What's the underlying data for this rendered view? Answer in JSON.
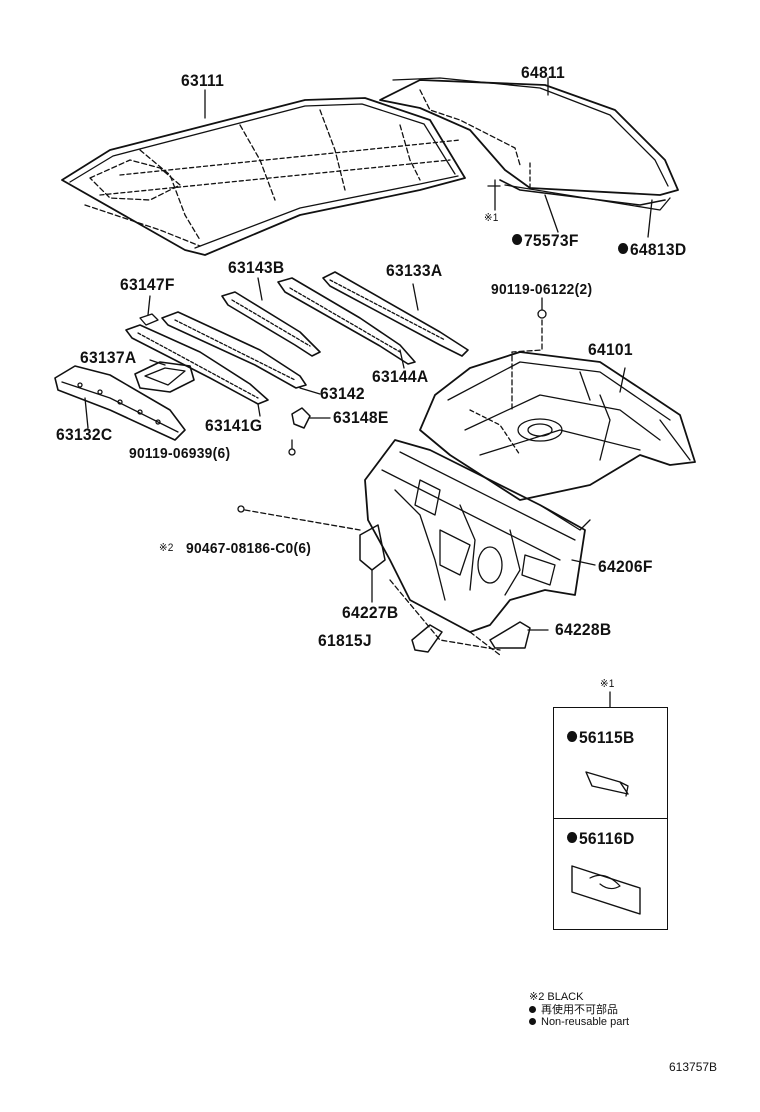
{
  "parts": {
    "p63111": "63111",
    "p64811": "64811",
    "p75573F": "75573F",
    "p64813D": "64813D",
    "note1_mark": "※1",
    "p63143B": "63143B",
    "p63133A": "63133A",
    "p63147F": "63147F",
    "p90119_06122": "90119-06122(2)",
    "p64101": "64101",
    "p63137A": "63137A",
    "p63144A": "63144A",
    "p63142": "63142",
    "p63132C": "63132C",
    "p63141G": "63141G",
    "p63148E": "63148E",
    "p90119_06939": "90119-06939(6)",
    "note2_mark": "※2",
    "p90467": "90467-08186-C0(6)",
    "p64206F": "64206F",
    "p64227B": "64227B",
    "p61815J": "61815J",
    "p64228B": "64228B"
  },
  "inset": {
    "mark": "※1",
    "item1": "56115B",
    "item2": "56116D"
  },
  "legend": {
    "line1": "※2 BLACK",
    "line2": "再使用不可部品",
    "line3": "Non-reusable part"
  },
  "diagram_code": "613757B"
}
